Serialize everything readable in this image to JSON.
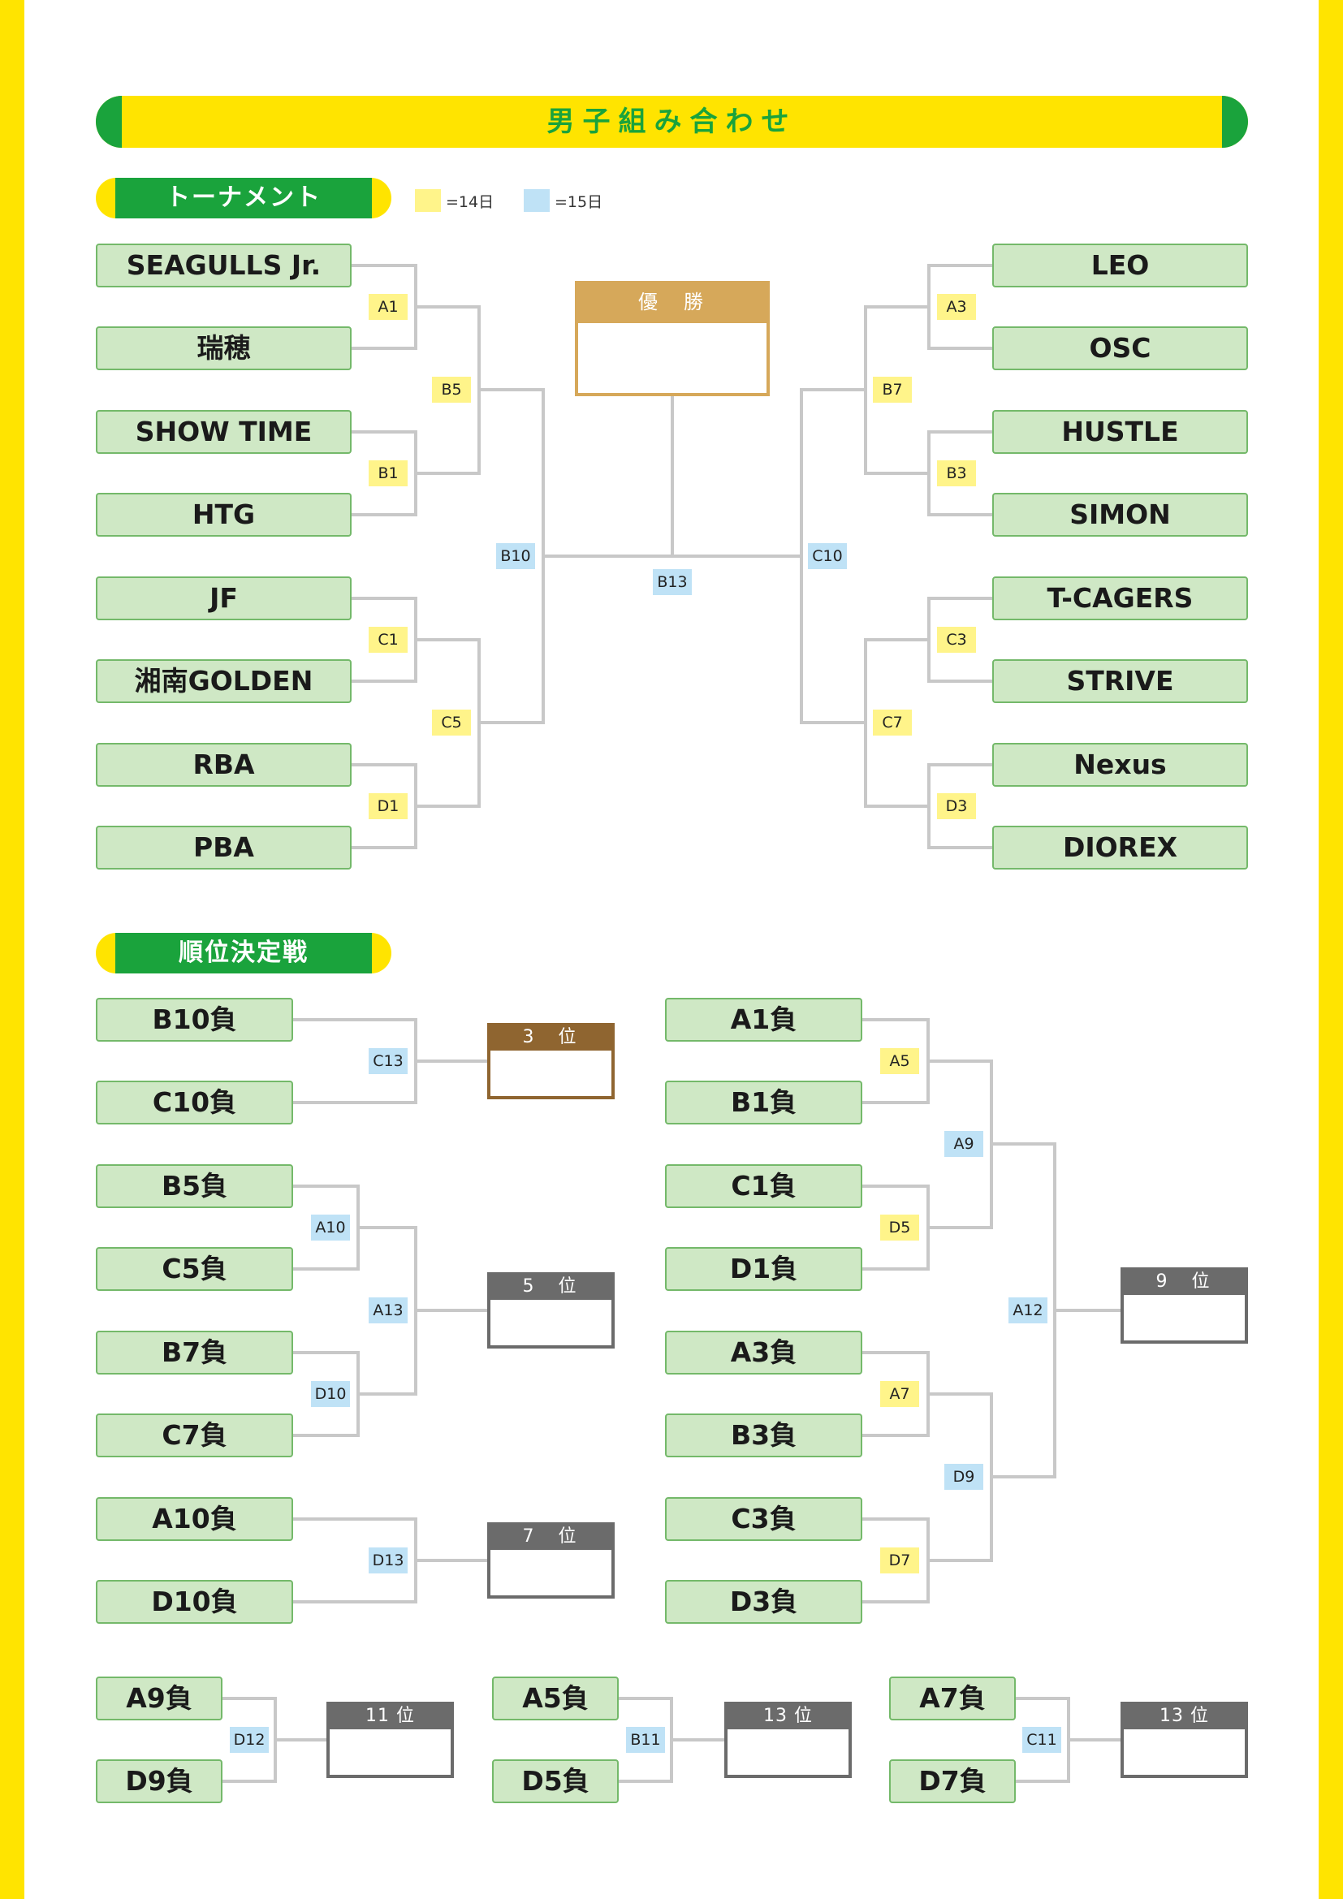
{
  "header": {
    "title": "男子組み合わせ"
  },
  "sections": {
    "tournament": "トーナメント",
    "placement": "順位決定戦"
  },
  "legend": {
    "day14": "=14日",
    "day15": "=15日"
  },
  "colors": {
    "yellow": "#ffe400",
    "green": "#1aa33c",
    "team_fill": "#cfe8c5",
    "label_yellow": "#fff48a",
    "label_blue": "#bfe2f6",
    "champion_header": "#d6a85a",
    "third_header": "#8f6530",
    "rank_header": "#6b6b6b",
    "line": "#c8c8c8"
  },
  "teams": {
    "left": [
      "SEAGULLS Jr.",
      "瑞穂",
      "SHOW TIME",
      "HTG",
      "JF",
      "湘南GOLDEN",
      "RBA",
      "PBA"
    ],
    "right": [
      "LEO",
      "OSC",
      "HUSTLE",
      "SIMON",
      "T-CAGERS",
      "STRIVE",
      "Nexus",
      "DIOREX"
    ]
  },
  "tournament_labels": {
    "a1": "A1",
    "b1": "B1",
    "c1": "C1",
    "d1": "D1",
    "b5": "B5",
    "c5": "C5",
    "b10": "B10",
    "a3": "A3",
    "b3": "B3",
    "c3": "C3",
    "d3": "D3",
    "b7": "B7",
    "c7": "C7",
    "c10": "C10",
    "b13": "B13"
  },
  "champion": "優　勝",
  "placement": {
    "slots": [
      "B10負",
      "C10負",
      "B5負",
      "C5負",
      "B7負",
      "C7負",
      "A10負",
      "D10負",
      "A1負",
      "B1負",
      "C1負",
      "D1負",
      "A3負",
      "B3負",
      "C3負",
      "D3負",
      "A9負",
      "D9負",
      "A5負",
      "D5負",
      "A7負",
      "D7負"
    ],
    "labels": {
      "c13": "C13",
      "a10": "A10",
      "d10": "D10",
      "a13": "A13",
      "d13": "D13",
      "a5": "A5",
      "d5": "D5",
      "a9": "A9",
      "a7": "A7",
      "d7": "D7",
      "d9": "D9",
      "a12": "A12",
      "d12": "D12",
      "b11": "B11",
      "c11": "C11"
    },
    "results": {
      "third": "3　位",
      "fifth": "5　位",
      "seventh": "7　位",
      "ninth": "9　位",
      "eleventh": "11 位",
      "thirteen_a": "13 位",
      "thirteen_b": "13 位"
    }
  }
}
